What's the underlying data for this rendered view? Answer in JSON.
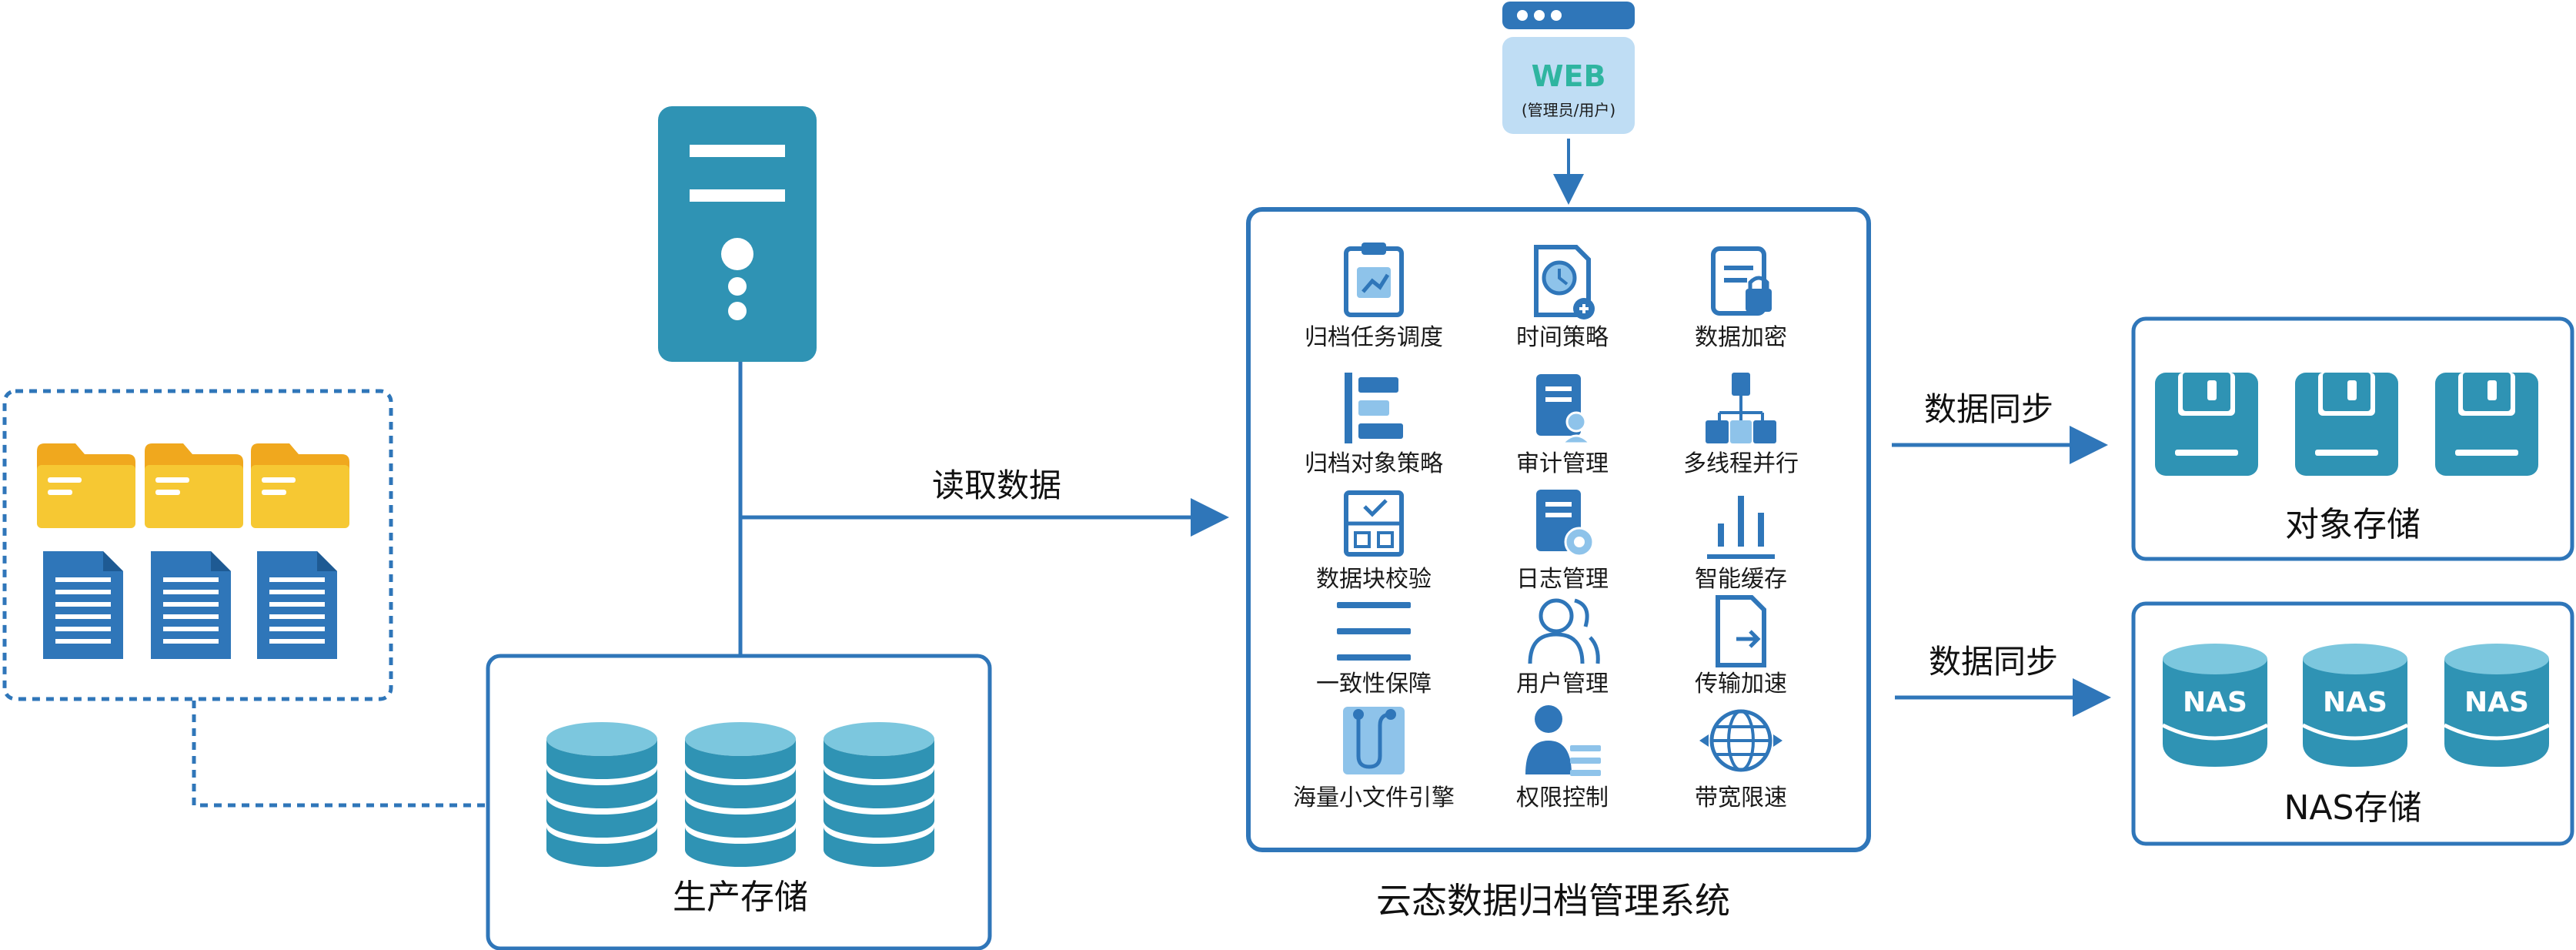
{
  "colors": {
    "accent_blue": "#2F76B9",
    "teal": "#2F93B4",
    "folder_yellow": "#F2C12E",
    "doc_blue": "#2F76B9",
    "web_box": "#BFDDF4",
    "web_text": "#2FB5A0"
  },
  "production": {
    "caption": "生产存储"
  },
  "arrows": {
    "read_label": "读取数据",
    "sync_label_1": "数据同步",
    "sync_label_2": "数据同步"
  },
  "web": {
    "label": "WEB",
    "sub_label": "(管理员/用户)"
  },
  "system": {
    "caption": "云态数据归档管理系统",
    "features": [
      {
        "label": "归档任务调度",
        "icon": "clipboard-icon"
      },
      {
        "label": "时间策略",
        "icon": "document-clock-icon"
      },
      {
        "label": "数据加密",
        "icon": "document-lock-icon"
      },
      {
        "label": "归档对象策略",
        "icon": "hierarchy-icon"
      },
      {
        "label": "审计管理",
        "icon": "document-user-icon"
      },
      {
        "label": "多线程并行",
        "icon": "tree-icon"
      },
      {
        "label": "数据块校验",
        "icon": "grid-check-icon"
      },
      {
        "label": "日志管理",
        "icon": "document-gear-icon"
      },
      {
        "label": "智能缓存",
        "icon": "bar-chart-icon"
      },
      {
        "label": "一致性保障",
        "icon": "lines-icon"
      },
      {
        "label": "用户管理",
        "icon": "users-icon"
      },
      {
        "label": "传输加速",
        "icon": "file-arrow-icon"
      },
      {
        "label": "海量小文件引擎",
        "icon": "circuit-icon"
      },
      {
        "label": "权限控制",
        "icon": "user-list-icon"
      },
      {
        "label": "带宽限速",
        "icon": "globe-icon"
      }
    ]
  },
  "object_storage": {
    "caption": "对象存储"
  },
  "nas_storage": {
    "caption": "NAS存储",
    "drum_label": "NAS"
  }
}
